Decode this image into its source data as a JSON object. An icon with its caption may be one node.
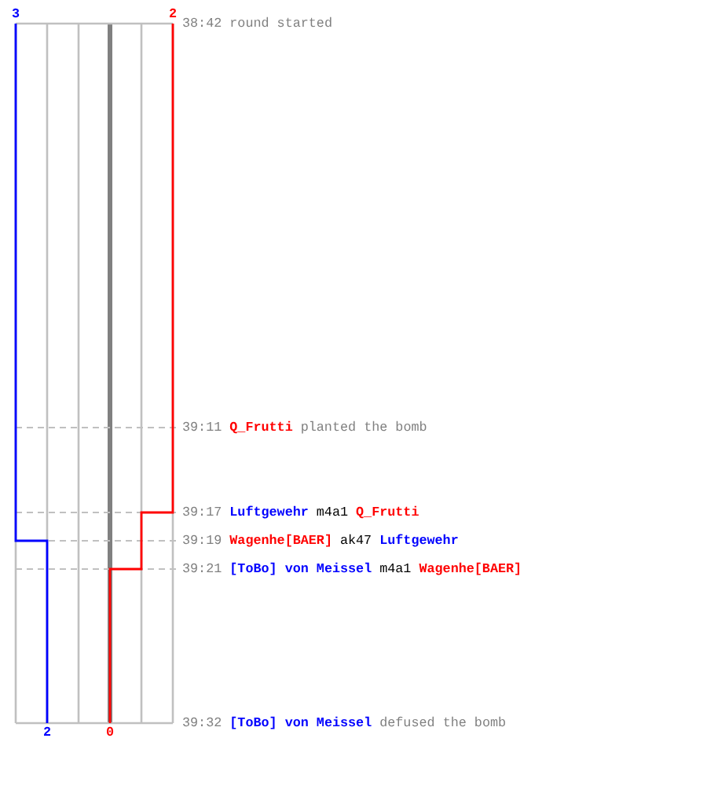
{
  "diagram": {
    "labels": [
      "3",
      "2",
      "38:42",
      "round started",
      "39:11",
      "Q_Frutti",
      "planted the bomb",
      "39:17",
      "Luftgewehr",
      "m4a1",
      "Q_Frutti",
      "39:19",
      "Wagenhe[BAER]",
      "ak47",
      "Luftgewehr",
      "39:21",
      "[ToBo] von Meissel",
      "m4a1",
      "Wagenhe[BAER]",
      "39:32",
      "[ToBo] von Meissel",
      "defused the bomb",
      "2",
      "0"
    ]
  }
}
